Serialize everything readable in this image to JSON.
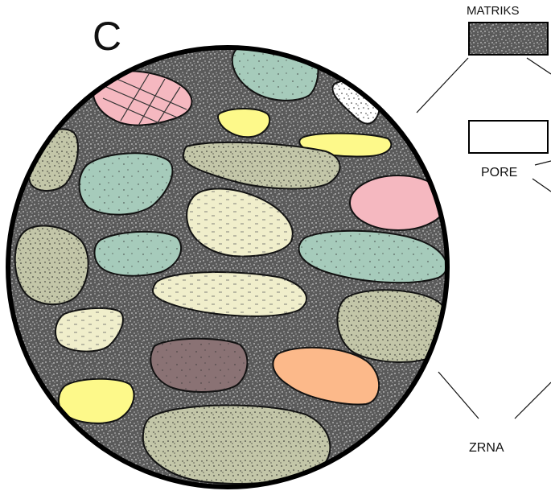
{
  "figure": {
    "panel_letter": "C",
    "labels": {
      "matrix": "MATRIKS",
      "pore": "PORE",
      "grains": "ZRNA"
    }
  },
  "colors": {
    "matrix_fill": "#5a5a5a",
    "outline": "#111111",
    "grain_greenish_gray": "#c3c6a8",
    "grain_sage": "#a6cbbb",
    "grain_pink": "#f5b8c0",
    "grain_yellow": "#fdf98a",
    "grain_cream": "#f0eecb",
    "grain_orange": "#fcb98a",
    "grain_mauve": "#8a7274",
    "grain_white": "#ffffff"
  }
}
